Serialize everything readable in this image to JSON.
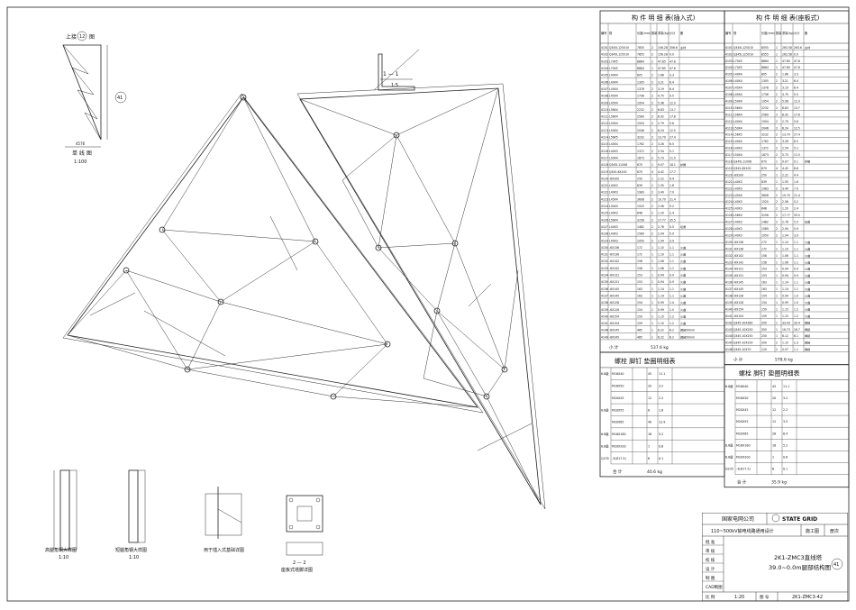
{
  "left_table": {
    "title": "构 件 明 细 表(插入式)",
    "headers": [
      "编号",
      "规 格",
      "长度(mm)",
      "数量",
      "重量(kg) 一件",
      "小计",
      "备 注"
    ],
    "rows": [
      [
        "4101",
        "Q345L125X10",
        "7855",
        "2",
        "156.28",
        "356.6",
        "主材"
      ],
      [
        "4102",
        "Q345L125X10",
        "7855",
        "2",
        "156.28",
        "0.0",
        ""
      ],
      [
        "4103",
        "L70X5",
        "8864",
        "1",
        "47.85",
        "47.8",
        ""
      ],
      [
        "4104",
        "L70X5",
        "8864",
        "1",
        "47.85",
        "47.8",
        ""
      ],
      [
        "4105",
        "L40X4",
        "805",
        "2",
        "1.66",
        "3.3",
        ""
      ],
      [
        "4106",
        "L40X4",
        "1305",
        "2",
        "3.21",
        "6.4",
        ""
      ],
      [
        "4107",
        "L45X4",
        "1378",
        "2",
        "3.19",
        "6.4",
        ""
      ],
      [
        "4108",
        "L45X4",
        "1736",
        "2",
        "4.75",
        "9.5",
        ""
      ],
      [
        "4109",
        "L45X4",
        "1954",
        "2",
        "5.98",
        "12.0",
        ""
      ],
      [
        "4110",
        "L56X4",
        "2232",
        "2",
        "6.83",
        "13.7",
        ""
      ],
      [
        "4111",
        "L56X4",
        "2589",
        "2",
        "8.92",
        "17.8",
        ""
      ],
      [
        "4112",
        "L40X4",
        "1504",
        "2",
        "2.79",
        "5.6",
        ""
      ],
      [
        "4113",
        "L50X4",
        "2046",
        "2",
        "6.24",
        "12.5",
        ""
      ],
      [
        "4114",
        "L56X5",
        "3232",
        "2",
        "13.70",
        "27.4",
        ""
      ],
      [
        "4115",
        "L40X4",
        "1762",
        "2",
        "3.26",
        "6.5",
        ""
      ],
      [
        "4116",
        "L40X3",
        "1372",
        "2",
        "2.54",
        "5.1",
        ""
      ],
      [
        "4117",
        "L50X4",
        "1873",
        "2",
        "5.73",
        "11.5",
        ""
      ],
      [
        "4118",
        "Q345L110X8",
        "670",
        "1",
        "9.07",
        "18.1",
        "护脚"
      ],
      [
        "4119",
        "Q345-8X100",
        "670",
        "4",
        "4.42",
        "17.7",
        ""
      ],
      [
        "4120",
        "-8X200",
        "250",
        "1",
        "2.22",
        "4.4",
        ""
      ],
      [
        "4121",
        "L40X3",
        "839",
        "1",
        "1.55",
        "1.6",
        ""
      ],
      [
        "4122",
        "L40X3",
        "1983",
        "2",
        "3.49",
        "7.0",
        ""
      ],
      [
        "4123",
        "L45X4",
        "3608",
        "2",
        "10.70",
        "21.4",
        ""
      ],
      [
        "4124",
        "L40X3",
        "1520",
        "2",
        "2.56",
        "5.2",
        ""
      ],
      [
        "4125",
        "L40X3",
        "648",
        "2",
        "1.20",
        "2.4",
        ""
      ],
      [
        "4126",
        "L56X4",
        "3156",
        "2",
        "17.77",
        "35.5",
        ""
      ],
      [
        "4127",
        "L40X3",
        "1482",
        "2",
        "2.76",
        "5.5",
        "切角"
      ],
      [
        "4128",
        "L40X3",
        "1589",
        "2",
        "2.94",
        "5.9",
        ""
      ],
      [
        "4129",
        "L40X3",
        "1050",
        "2",
        "1.94",
        "3.9",
        ""
      ],
      [
        "4130",
        "-6X136",
        "172",
        "1",
        "1.10",
        "1.1",
        "火曲"
      ],
      [
        "4131",
        "-6X136",
        "172",
        "1",
        "1.10",
        "1.1",
        "火曲"
      ],
      [
        "4132",
        "-6X142",
        "158",
        "1",
        "1.06",
        "1.1",
        "火曲"
      ],
      [
        "4133",
        "-6X142",
        "158",
        "1",
        "1.06",
        "1.1",
        "火曲"
      ],
      [
        "4134",
        "-6X131",
        "153",
        "1",
        "0.94",
        "0.9",
        "火曲"
      ],
      [
        "4135",
        "-6X131",
        "153",
        "1",
        "0.94",
        "0.9",
        "火曲"
      ],
      [
        "4136",
        "-6X145",
        "163",
        "1",
        "1.14",
        "1.1",
        "火曲"
      ],
      [
        "4137",
        "-6X145",
        "163",
        "1",
        "1.14",
        "1.1",
        "火曲"
      ],
      [
        "4138",
        "-6X128",
        "154",
        "1",
        "0.99",
        "1.0",
        "火曲"
      ],
      [
        "4139",
        "-6X128",
        "154",
        "1",
        "0.99",
        "1.0",
        "火曲"
      ],
      [
        "4140",
        "-6X154",
        "159",
        "1",
        "1.15",
        "1.2",
        "火曲"
      ],
      [
        "4141",
        "-6X154",
        "159",
        "1",
        "1.15",
        "1.2",
        "火曲"
      ],
      [
        "4148",
        "-8X245",
        "485",
        "1",
        "6.22",
        "6.2",
        "焊接50mm"
      ],
      [
        "4149",
        "-8X245",
        "485",
        "1",
        "6.22",
        "6.2",
        "焊接50mm"
      ]
    ],
    "total_label": "小 计",
    "total_value": "537.6 kg"
  },
  "right_table": {
    "title": "构 件 明 细 表(座板式)",
    "rows": [
      [
        "4101",
        "Q345L125X10",
        "8555",
        "1",
        "263.58",
        "263.6",
        "主材"
      ],
      [
        "4102",
        "Q345L125X10",
        "8555",
        "1",
        "263.58",
        "0.0",
        ""
      ],
      [
        "4103",
        "L70X5",
        "8864",
        "1",
        "47.85",
        "47.8",
        ""
      ],
      [
        "4104",
        "L70X5",
        "8864",
        "1",
        "47.85",
        "47.8",
        ""
      ],
      [
        "4105",
        "L40X4",
        "805",
        "2",
        "1.66",
        "3.3",
        ""
      ],
      [
        "4106",
        "L40X4",
        "1305",
        "2",
        "3.21",
        "6.4",
        ""
      ],
      [
        "4107",
        "L45X4",
        "1378",
        "2",
        "3.19",
        "6.4",
        ""
      ],
      [
        "4108",
        "L45X4",
        "1736",
        "2",
        "4.75",
        "9.5",
        ""
      ],
      [
        "4109",
        "L50X4",
        "1954",
        "2",
        "5.98",
        "12.0",
        ""
      ],
      [
        "4110",
        "L56X4",
        "2232",
        "2",
        "6.83",
        "13.7",
        ""
      ],
      [
        "4111",
        "L56X4",
        "2589",
        "2",
        "8.92",
        "17.8",
        ""
      ],
      [
        "4112",
        "L40X4",
        "1504",
        "2",
        "2.79",
        "5.6",
        ""
      ],
      [
        "4113",
        "L50X4",
        "2046",
        "2",
        "6.24",
        "12.5",
        ""
      ],
      [
        "4114",
        "L56X5",
        "3232",
        "2",
        "13.70",
        "27.4",
        ""
      ],
      [
        "4115",
        "L40X4",
        "1762",
        "2",
        "3.26",
        "6.5",
        ""
      ],
      [
        "4116",
        "L40X3",
        "1372",
        "2",
        "2.54",
        "5.1",
        ""
      ],
      [
        "4117",
        "L50X4",
        "1873",
        "2",
        "5.73",
        "11.5",
        ""
      ],
      [
        "4118",
        "Q345L110X8",
        "670",
        "1",
        "9.07",
        "9.1",
        "护脚"
      ],
      [
        "4119",
        "Q345-8X100",
        "670",
        "4",
        "4.42",
        "8.8",
        ""
      ],
      [
        "4120",
        "-8X200",
        "250",
        "1",
        "2.22",
        "4.4",
        ""
      ],
      [
        "4121",
        "L40X3",
        "839",
        "1",
        "1.55",
        "1.6",
        ""
      ],
      [
        "4122",
        "L40X3",
        "1983",
        "2",
        "3.49",
        "7.0",
        ""
      ],
      [
        "4123",
        "L45X4",
        "3608",
        "2",
        "10.70",
        "21.4",
        ""
      ],
      [
        "4124",
        "L40X3",
        "1520",
        "2",
        "2.56",
        "5.2",
        ""
      ],
      [
        "4125",
        "L40X3",
        "648",
        "2",
        "1.20",
        "2.4",
        ""
      ],
      [
        "4126",
        "L56X4",
        "3156",
        "2",
        "17.77",
        "35.5",
        ""
      ],
      [
        "4127",
        "L40X3",
        "1482",
        "2",
        "2.76",
        "5.5",
        "切角"
      ],
      [
        "4128",
        "L40X3",
        "1589",
        "2",
        "2.94",
        "5.9",
        ""
      ],
      [
        "4129",
        "L40X3",
        "1050",
        "2",
        "1.94",
        "3.9",
        ""
      ],
      [
        "4130",
        "-6X136",
        "172",
        "1",
        "1.10",
        "1.1",
        "火曲"
      ],
      [
        "4131",
        "-6X136",
        "172",
        "1",
        "1.10",
        "1.1",
        "火曲"
      ],
      [
        "4132",
        "-6X142",
        "158",
        "1",
        "1.06",
        "1.1",
        "火曲"
      ],
      [
        "4133",
        "-6X142",
        "158",
        "1",
        "1.06",
        "1.1",
        "火曲"
      ],
      [
        "4134",
        "-6X131",
        "153",
        "1",
        "0.94",
        "0.9",
        "火曲"
      ],
      [
        "4135",
        "-6X131",
        "153",
        "1",
        "0.94",
        "0.9",
        "火曲"
      ],
      [
        "4136",
        "-6X145",
        "163",
        "1",
        "1.14",
        "1.1",
        "火曲"
      ],
      [
        "4137",
        "-6X145",
        "163",
        "1",
        "1.14",
        "1.1",
        "火曲"
      ],
      [
        "4138",
        "-6X128",
        "154",
        "1",
        "0.99",
        "1.0",
        "火曲"
      ],
      [
        "4139",
        "-6X128",
        "154",
        "1",
        "0.99",
        "1.0",
        "火曲"
      ],
      [
        "4140",
        "-6X154",
        "159",
        "1",
        "1.15",
        "1.2",
        "火曲"
      ],
      [
        "4141",
        "-6X154",
        "159",
        "1",
        "1.15",
        "1.2",
        "火曲"
      ],
      [
        "4142",
        "Q345-20X380",
        "350",
        "1",
        "33.43",
        "33.4",
        "焊接"
      ],
      [
        "4143",
        "Q345-10X250",
        "350",
        "1",
        "16.73",
        "16.7",
        "焊接"
      ],
      [
        "4144",
        "Q345-10X250",
        "250",
        "1",
        "6.12",
        "6.1",
        "焊接"
      ],
      [
        "4145",
        "Q345-10X100",
        "200",
        "2",
        "1.15",
        "2.3",
        "焊接"
      ],
      [
        "4146",
        "Q345-10X70",
        "120",
        "2",
        "0.57",
        "1.1",
        "焊接"
      ]
    ],
    "total_label": "小 计",
    "total_value": "578.6 kg"
  },
  "bolt_left": {
    "title": "螺栓 脚钉 垫圈明细表",
    "rows": [
      [
        "6.8级",
        "M16X40",
        "",
        "45",
        "11.1"
      ],
      [
        "",
        "M16X50",
        "",
        "20",
        "3.2"
      ],
      [
        "",
        "M20X45",
        "",
        "12",
        "2.2"
      ],
      [
        "6.8级",
        "M20X55",
        "",
        "8",
        "1.8"
      ],
      [
        "",
        "M20X65",
        "",
        "40",
        "12.9"
      ],
      [
        "6.8级",
        "M16X180",
        "",
        "16",
        "5.2"
      ],
      [
        "6.8级",
        "M20X200",
        "",
        "1",
        "0.6"
      ],
      [
        "Q235",
        "-3(Ø17.5)",
        "",
        "6",
        "0.1"
      ]
    ],
    "total_label": "合 计",
    "total_value": "40.6 kg"
  },
  "bolt_right": {
    "title": "螺栓 脚钉 垫圈明细表",
    "rows": [
      [
        "6.8级",
        "M16X40",
        "",
        "45",
        "11.1"
      ],
      [
        "",
        "M16X50",
        "",
        "20",
        "3.2"
      ],
      [
        "",
        "M20X45",
        "",
        "12",
        "2.2"
      ],
      [
        "",
        "M20X55",
        "",
        "12",
        "3.5"
      ],
      [
        "",
        "M20X65",
        "",
        "26",
        "8.4"
      ],
      [
        "6.8级",
        "M16X180",
        "",
        "16",
        "5.2"
      ],
      [
        "6.8级",
        "M20X200",
        "",
        "1",
        "0.6"
      ],
      [
        "Q235",
        "-3(Ø17.5)",
        "",
        "6",
        "0.1"
      ]
    ],
    "total_label": "合 计",
    "total_value": "35.9 kg"
  },
  "title_block": {
    "company": "国家电网公司",
    "logo": "STATE GRID",
    "project": "110~500kV输电线路通用设计",
    "stage": "施工图",
    "volume": "册次",
    "drawing_title_1": "2K1-ZMC3直线塔",
    "drawing_title_2": "39.0~0.0m腿部结构图",
    "sheet_no": "41",
    "scale_label": "比 例",
    "scale_value": "1:20",
    "drawing_no_label": "图 号",
    "drawing_no": "2K1-ZMC3-42",
    "left_labels": [
      "批 准",
      "审 核",
      "校 核",
      "设 计",
      "制 图",
      "CAD制图"
    ]
  },
  "drawing": {
    "key_plan_title": "上接",
    "key_plan_circle": "12",
    "key_plan_label": "图",
    "key_plan_caption": "单 线 图",
    "key_plan_scale": "1:100",
    "key_plan_circle_right": "41",
    "section_caption": "1 — 1",
    "section_scale": "1:5",
    "detail_captions": [
      "高腿角钢大样图",
      "短腿角钢大样图",
      "用于插入式基础详图",
      "座板式塔脚详图"
    ],
    "detail_scales": [
      "1:10",
      "1:10"
    ],
    "section_2": "2 — 2"
  }
}
